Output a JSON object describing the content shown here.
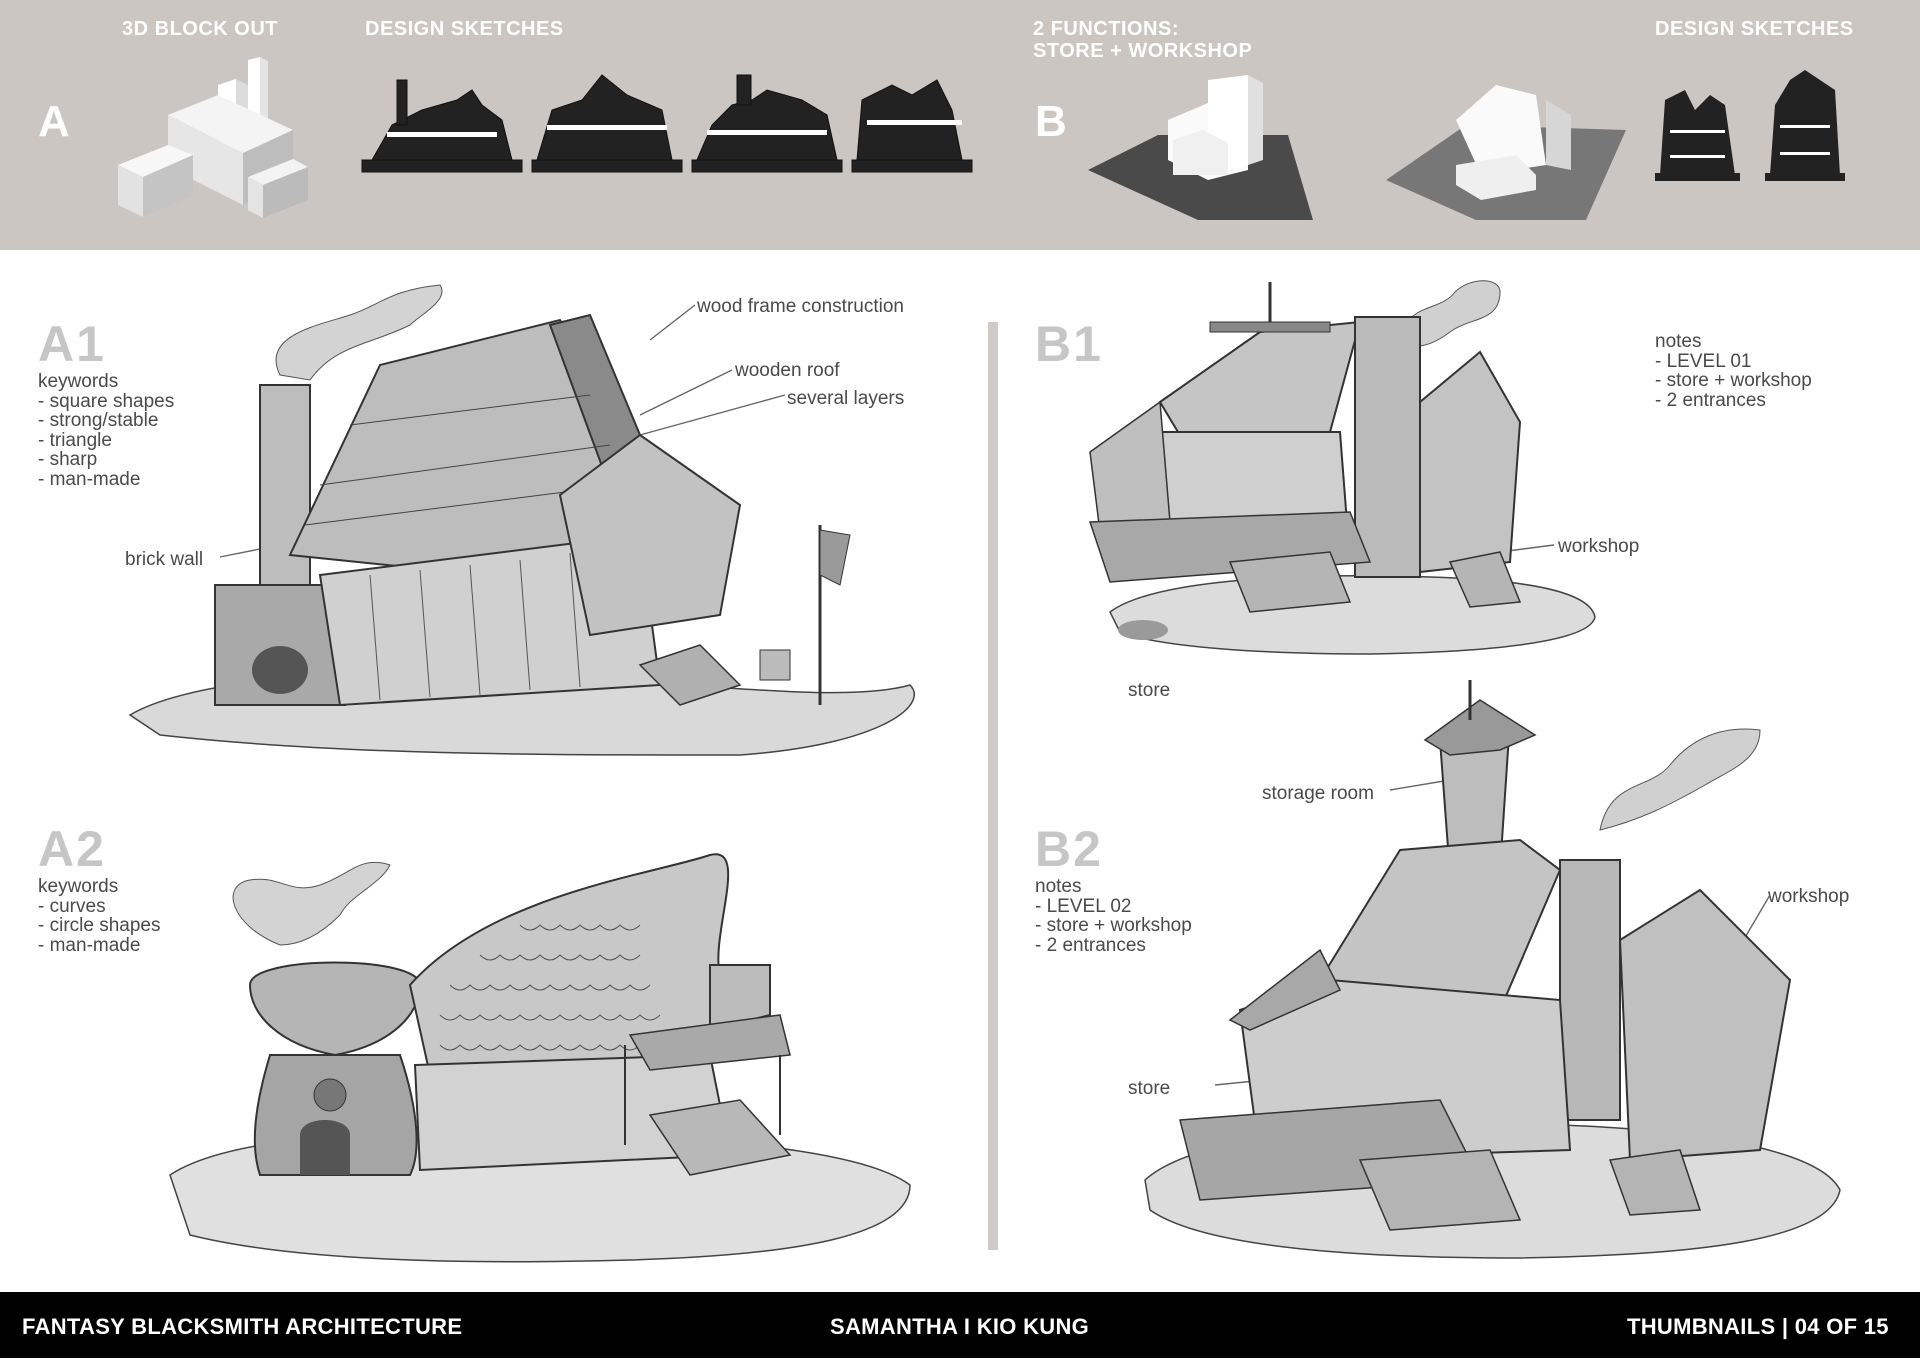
{
  "header": {
    "section_a": {
      "letter": "A",
      "blockout_label": "3D BLOCK OUT",
      "sketches_label": "DESIGN SKETCHES"
    },
    "section_b": {
      "letter": "B",
      "functions_line1": "2 FUNCTIONS:",
      "functions_line2": "STORE + WORKSHOP",
      "sketches_label": "DESIGN SKETCHES"
    }
  },
  "a1": {
    "label": "A1",
    "keywords": [
      "keywords",
      "- square shapes",
      "- strong/stable",
      "- triangle",
      "- sharp",
      "- man-made"
    ],
    "annotations": {
      "wood_frame": "wood frame construction",
      "wooden_roof": "wooden roof",
      "several_layers": "several layers",
      "brick_wall": "brick wall"
    }
  },
  "a2": {
    "label": "A2",
    "keywords": [
      "keywords",
      "- curves",
      "- circle shapes",
      "- man-made"
    ]
  },
  "b1": {
    "label": "B1",
    "notes": [
      "notes",
      "- LEVEL 01",
      "- store + workshop",
      "- 2 entrances"
    ],
    "annotations": {
      "workshop": "workshop",
      "store": "store"
    }
  },
  "b2": {
    "label": "B2",
    "notes": [
      "notes",
      "- LEVEL 02",
      "- store + workshop",
      "- 2 entrances"
    ],
    "annotations": {
      "storage_room": "storage room",
      "workshop": "workshop",
      "store": "store"
    }
  },
  "footer": {
    "left": "FANTASY BLACKSMITH ARCHITECTURE",
    "center": "SAMANTHA I KIO KUNG",
    "right": "THUMBNAILS | 04 OF 15"
  }
}
